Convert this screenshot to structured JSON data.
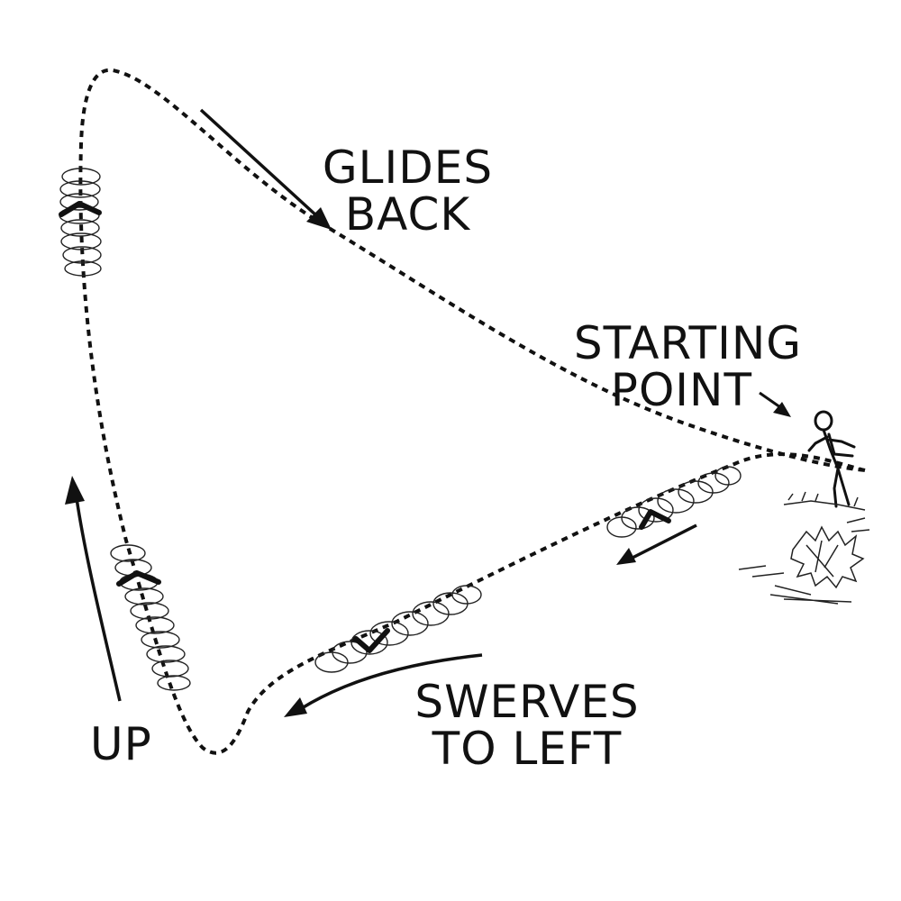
{
  "labels": {
    "glides_back": [
      "GLIDES",
      "BACK"
    ],
    "starting_point": [
      "STARTING",
      "POINT"
    ],
    "swerves_to_left": [
      "SWERVES",
      "TO LEFT"
    ],
    "up": "UP"
  },
  "colors": {
    "ink": "#111111",
    "paper": "#ffffff"
  }
}
